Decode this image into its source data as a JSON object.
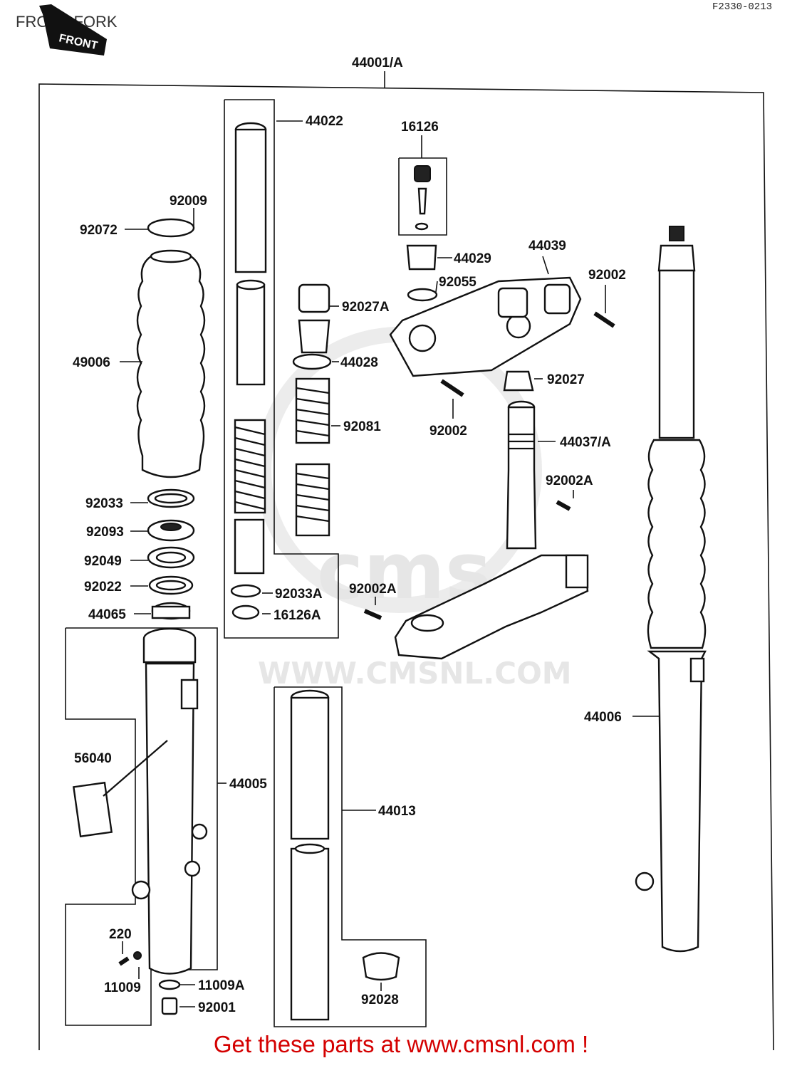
{
  "header": {
    "title": "FRONT FORK",
    "code": "F2330-0213",
    "front_stamp": "FRONT"
  },
  "parts": [
    {
      "id": "44001/A"
    },
    {
      "id": "44022"
    },
    {
      "id": "16126"
    },
    {
      "id": "92009"
    },
    {
      "id": "92072"
    },
    {
      "id": "44029"
    },
    {
      "id": "44039"
    },
    {
      "id": "92055"
    },
    {
      "id": "92002"
    },
    {
      "id": "92027A"
    },
    {
      "id": "44028"
    },
    {
      "id": "49006"
    },
    {
      "id": "92027"
    },
    {
      "id": "92081"
    },
    {
      "id": "92002"
    },
    {
      "id": "44037/A"
    },
    {
      "id": "92002A"
    },
    {
      "id": "92033"
    },
    {
      "id": "92093"
    },
    {
      "id": "92049"
    },
    {
      "id": "92022"
    },
    {
      "id": "92033A"
    },
    {
      "id": "92002A"
    },
    {
      "id": "44065"
    },
    {
      "id": "16126A"
    },
    {
      "id": "44006"
    },
    {
      "id": "56040"
    },
    {
      "id": "44005"
    },
    {
      "id": "44013"
    },
    {
      "id": "220"
    },
    {
      "id": "11009A"
    },
    {
      "id": "11009"
    },
    {
      "id": "92001"
    },
    {
      "id": "92028"
    }
  ],
  "watermark": {
    "url": "WWW.CMSNL.COM",
    "brand": "cms"
  },
  "footer": {
    "text": "Get these parts at www.cmsnl.com !",
    "color": "#d40000"
  }
}
